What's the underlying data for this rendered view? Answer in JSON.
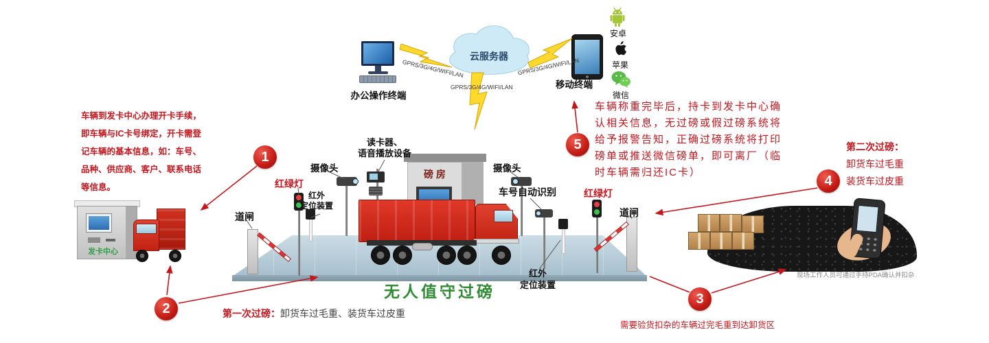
{
  "colors": {
    "accent_red": "#c5161d",
    "title_green": "#2e8b33",
    "cloud_blue": "#cdeaf6",
    "platform_blue": "#b9cfdb",
    "wechat_green": "#59b946",
    "android_green": "#a4c639"
  },
  "network": {
    "office_terminal_label": "办公操作终端",
    "cloud_label": "云服务器",
    "mobile_terminal_label": "移动终端",
    "link_left": "GPRS/3G/4G/WIFI/LAN",
    "link_center": "GPRS/3G/4G/WIFI/LAN",
    "link_right": "GPRS/3G/4G/WIFI/LAN",
    "apps": [
      {
        "name": "android",
        "label": "安卓"
      },
      {
        "name": "apple",
        "label": "苹果"
      },
      {
        "name": "wechat",
        "label": "微信"
      }
    ]
  },
  "steps": [
    "1",
    "2",
    "3",
    "4",
    "5"
  ],
  "annotations": {
    "left_note": [
      "车辆到发卡中心办理开卡手续，",
      "即车辆与IC卡号绑定，开卡需登",
      "记车辆的基本信息，如：车号、",
      "品种、供应商、客户、联系电话",
      "等信息。"
    ],
    "right_note": [
      "车辆称重完毕后，持卡到发卡中心确",
      "认相关信息，无过磅或假过磅系统将",
      "给予报警告知，正确过磅系统将打印",
      "磅单或推送微信磅单，即可离厂（临",
      "时车辆需归还IC卡）"
    ],
    "second_weigh_title": "第二次过磅：",
    "second_weigh_line1": "卸货车过毛重",
    "second_weigh_line2": "装货车过皮重",
    "first_weigh_title": "第一次过磅：",
    "first_weigh_text": "卸货车过毛重、装货车过皮重",
    "inspection_note": "需要验货扣杂的车辆过完毛重到达卸货区",
    "pda_caption": "现场工作人员可通过手持PDA确认并扣杂"
  },
  "scene": {
    "title": "无人值守过磅",
    "card_center_label": "发卡中心",
    "camera_left_label": "摄像头",
    "camera_right_label": "摄像头",
    "reader_label_line1": "读卡器、",
    "reader_label_line2": "语音播放设备",
    "weigh_house_label": "磅 房",
    "plate_recognition_label": "车号自动识别",
    "traffic_light_left_label": "红绿灯",
    "traffic_light_right_label": "红绿灯",
    "infrared_left_line1": "红外",
    "infrared_left_line2": "定位装置",
    "infrared_bottom_line1": "红外",
    "infrared_bottom_line2": "定位装置",
    "gate_left_label": "道闸",
    "gate_right_label": "道闸"
  }
}
